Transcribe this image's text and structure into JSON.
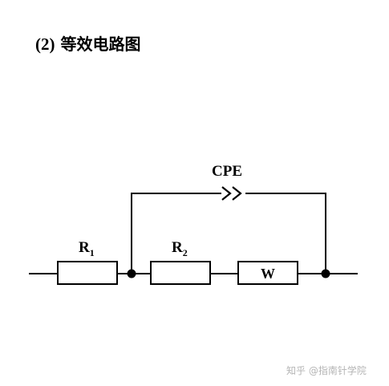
{
  "heading": {
    "number": "(2)",
    "title": "等效电路图"
  },
  "circuit": {
    "r1": {
      "letter": "R",
      "sub": "1"
    },
    "r2": {
      "letter": "R",
      "sub": "2"
    },
    "w": "W",
    "cpe": "CPE"
  },
  "watermark": {
    "platform": "知乎",
    "author": "@指南针学院"
  }
}
